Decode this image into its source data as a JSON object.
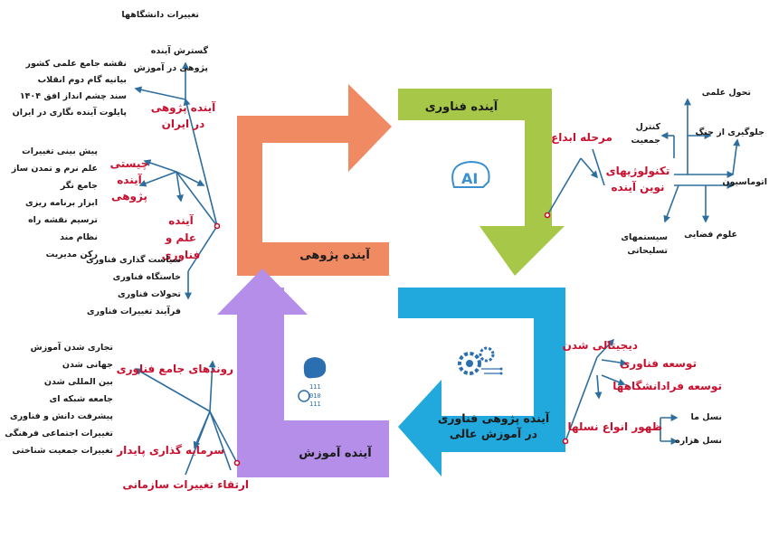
{
  "quadrants": {
    "research": "آینده پژوهی",
    "technology": "آینده فناوری",
    "education": "آینده آموزش",
    "higher_ed": "آینده پژوهی فناوری در آموزش عالی"
  },
  "colors": {
    "research": "#f08a63",
    "technology": "#a6c748",
    "education": "#b48ee8",
    "higher_ed": "#21a8dc",
    "accent_red": "#c8102e",
    "connector": "#2e6e9e"
  },
  "icons": {
    "research": "lightbulb-icon",
    "technology": "ai-icon",
    "education": "brain-binary-icon",
    "higher_ed": "gears-circuit-icon"
  },
  "research_branch": {
    "top_items": [
      "تغییرات دانشگاهها",
      "گسترش آینده",
      "پژوهی در آموزش"
    ],
    "iran_label": "آینده پژوهی در ایران",
    "iran_items": [
      "نقشه جامع علمی کشور",
      "بیانیه گام دوم انقلاب",
      "سند چشم انداز افق ۱۴۰۴",
      "پایلوت آینده نگاری در ایران"
    ],
    "essence_label": "چیستی آینده پژوهی",
    "essence_items": [
      "پیش بینی تغییرات",
      "علم نرم و تمدن ساز",
      "جامع نگر",
      "ابزار برنامه ریزی",
      "ترسیم نقشه راه",
      "نظام مند",
      "رکن مدیریت"
    ],
    "science_label": "آینده علم و فناوری",
    "science_items": [
      "سیاست گذاری فناوری",
      "خاستگاه فناوری",
      "تحولات فناوری",
      "فرآیند تغییرات فناوری"
    ]
  },
  "technology_branch": {
    "stage": "مرحله ابداع",
    "center": "تکنولوژیهای نوین آینده",
    "items": [
      "تحول علمی",
      "کنترل جمعیت",
      "جلوگیری از جنگ",
      "اتوماسیون",
      "علوم فضایی",
      "سیستمهای تسلیحاتی"
    ]
  },
  "education_branch": {
    "trends": "روندهای جامع فناوری",
    "trend_items": [
      "تجاری شدن آموزش",
      "جهانی شدن",
      "بین المللی شدن",
      "جامعه شبکه ای",
      "پیشرفت دانش و فناوری",
      "تغییرات اجتماعی فرهنگی",
      "تغییرات جمعیت شناختی"
    ],
    "capital": "سرمایه گذاری پایدار",
    "org_change": "ارتقاء تغییرات سازمانی"
  },
  "higher_ed_branch": {
    "digital": "دیجیتالی شدن",
    "tech_dev": "توسعه فناوری",
    "uni_dev": "توسعه فرادانشگاهها",
    "generations": "ظهور انواع نسلها",
    "gen_items": [
      "نسل ما",
      "نسل هزاره"
    ]
  }
}
